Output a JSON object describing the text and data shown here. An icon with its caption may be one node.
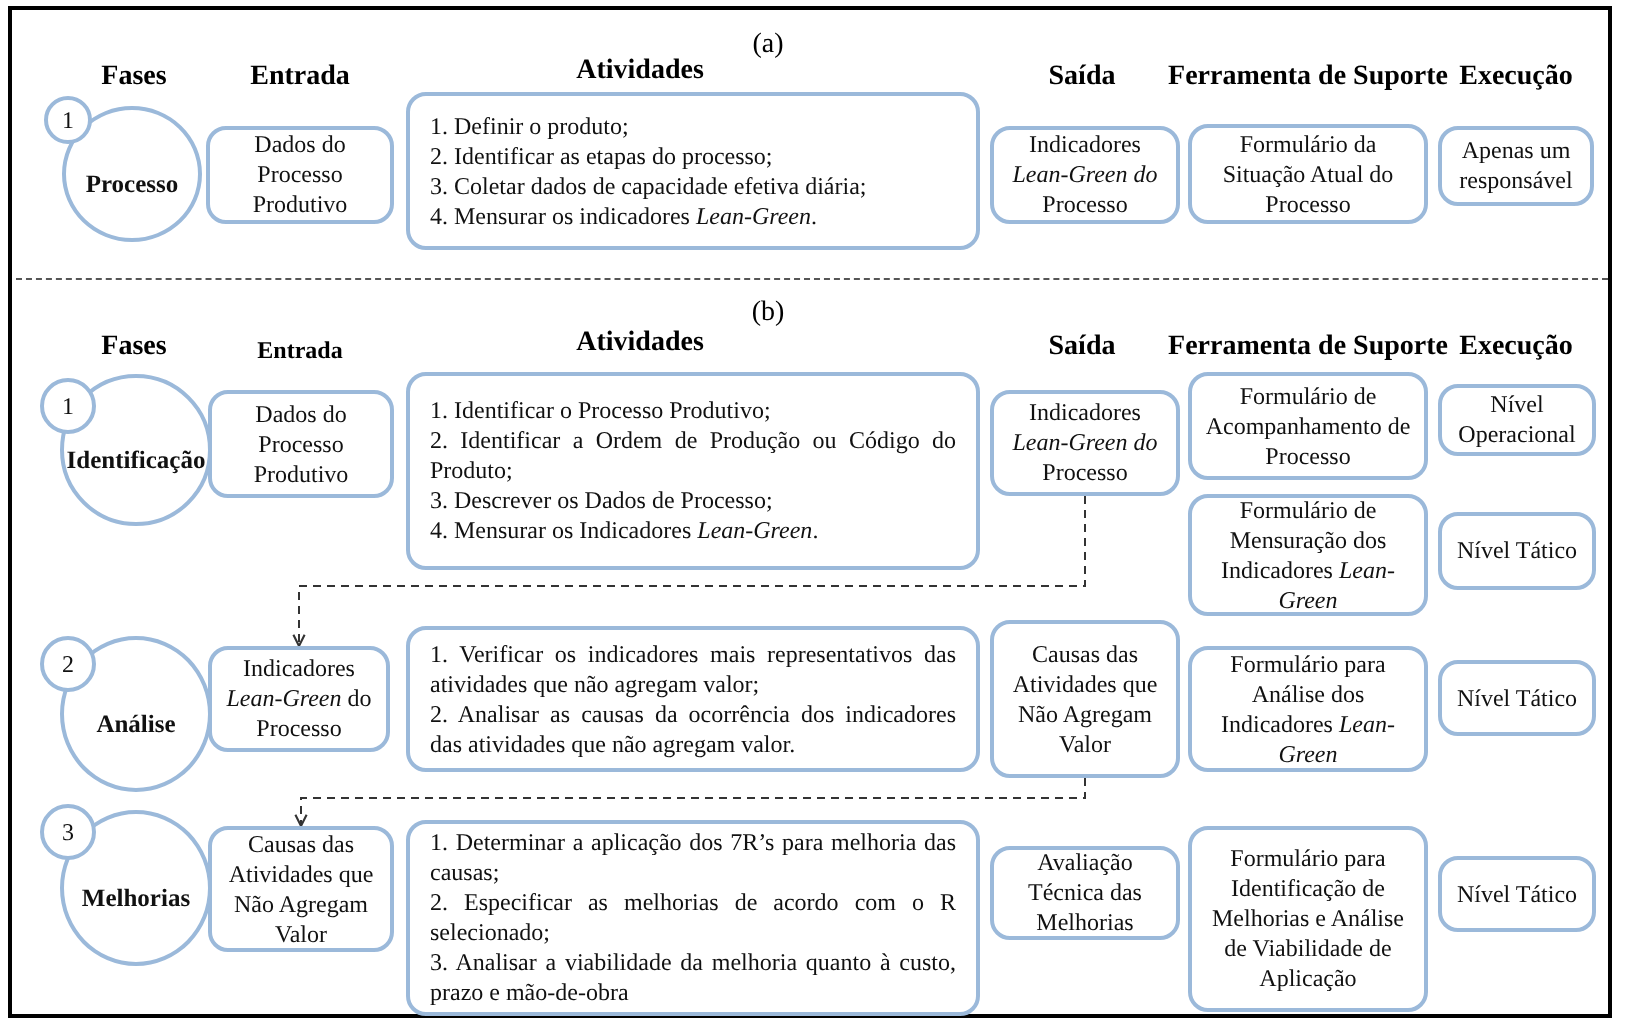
{
  "diagram": {
    "nodes": [
      {
        "text": [
          "1"
        ]
      },
      {
        "text": [
          "Processo"
        ]
      },
      {
        "text": [
          "Dados do Processo Produtivo"
        ]
      },
      {
        "text": [
          "1. Definir o produto;",
          "2. Identificar as etapas do processo;",
          "3. Coletar dados de capacidade efetiva diária;",
          "4. Mensurar os indicadores *Lean-Green*."
        ]
      },
      {
        "text": [
          "Indicadores *Lean-Green do* Processo"
        ]
      },
      {
        "text": [
          "Formulário da Situação Atual do Processo"
        ]
      },
      {
        "text": [
          "Apenas um responsável"
        ]
      },
      {
        "text": [
          "1"
        ]
      },
      {
        "text": [
          "Identificação"
        ]
      },
      {
        "text": [
          "Dados do Processo Produtivo"
        ]
      },
      {
        "text": [
          "1. Identificar o Processo Produtivo;",
          "2. Identificar a Ordem de Produção ou Código do Produto;",
          "3. Descrever os Dados de Processo;",
          "4. Mensurar os Indicadores *Lean-Green*."
        ]
      },
      {
        "text": [
          "Indicadores *Lean-Green do* Processo"
        ]
      },
      {
        "text": [
          "Formulário de Acompanhamento de Processo"
        ]
      },
      {
        "text": [
          "Nível Operacional"
        ]
      },
      {
        "text": [
          "Formulário de Mensuração dos Indicadores *Lean-Green*"
        ]
      },
      {
        "text": [
          "Nível Tático"
        ]
      },
      {
        "text": [
          "2"
        ]
      },
      {
        "text": [
          "Análise"
        ]
      },
      {
        "text": [
          "Indicadores *Lean-Green* do Processo"
        ]
      },
      {
        "text": [
          "1. Verificar os indicadores mais representativos das atividades que não agregam valor;",
          "2. Analisar as causas da ocorrência dos indicadores das atividades que não agregam valor."
        ]
      },
      {
        "text": [
          "Causas das Atividades que Não Agregam Valor"
        ]
      },
      {
        "text": [
          "Formulário para Análise dos Indicadores *Lean-Green*"
        ]
      },
      {
        "text": [
          "Nível Tático"
        ]
      },
      {
        "text": [
          "3"
        ]
      },
      {
        "text": [
          "Melhorias"
        ]
      },
      {
        "text": [
          "Causas das Atividades que Não Agregam Valor"
        ]
      },
      {
        "text": [
          "1. Determinar a aplicação dos 7R’s para melhoria das causas;",
          "2. Especificar as melhorias de acordo com o R selecionado;",
          "3. Analisar a viabilidade da melhoria quanto à custo, prazo e mão-de-obra"
        ]
      },
      {
        "text": [
          "Avaliação Técnica das Melhorias"
        ]
      },
      {
        "text": [
          "Formulário para Identificação de Melhorias e Análise de Viabilidade de Aplicação"
        ]
      },
      {
        "text": [
          "Nível Tático"
        ]
      }
    ],
    "edges": [
      {
        "from": 11,
        "to": 18,
        "arrow": "to",
        "style": "dashed"
      },
      {
        "from": 20,
        "to": 25,
        "arrow": "to",
        "style": "dashed"
      }
    ],
    "labels": [
      "(a)",
      "Fases",
      "Entrada",
      "Atividades",
      "Saída",
      "Ferramenta de Suporte",
      "Execução",
      "(b)",
      "Fases",
      "Entrada",
      "Atividades",
      "Saída",
      "Ferramenta de Suporte",
      "Execução"
    ]
  }
}
